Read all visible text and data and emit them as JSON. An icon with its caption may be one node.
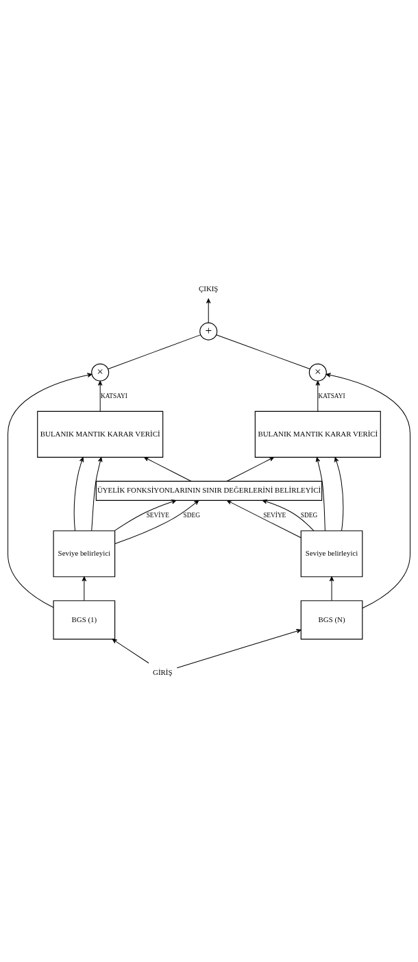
{
  "diagram": {
    "nodes": [
      {
        "text": [
          "GİRİŞ"
        ]
      },
      {
        "text": [
          "BGS (1)"
        ]
      },
      {
        "text": [
          "BGS (N)"
        ]
      },
      {
        "text": [
          "Seviye belirleyici"
        ]
      },
      {
        "text": [
          "Seviye belirleyici"
        ]
      },
      {
        "text": [
          "ÜYELİK FONKSİYONLARININ SINIR DEĞERLERİNİ BELİRLEYİCİ"
        ]
      },
      {
        "text": [
          "BULANIK MANTIK KARAR VERİCİ"
        ]
      },
      {
        "text": [
          "BULANIK MANTIK KARAR VERİCİ"
        ]
      },
      {
        "text": [
          "×"
        ]
      },
      {
        "text": [
          "×"
        ]
      },
      {
        "text": [
          "+"
        ]
      },
      {
        "text": [
          "ÇIKIŞ"
        ]
      }
    ],
    "edges": [
      {
        "from": 0,
        "to": 1,
        "arrow": "to"
      },
      {
        "from": 0,
        "to": 2,
        "arrow": "to"
      },
      {
        "from": 1,
        "to": 3,
        "arrow": "to"
      },
      {
        "from": 2,
        "to": 4,
        "arrow": "to"
      },
      {
        "from": 1,
        "to": 8,
        "arrow": "to"
      },
      {
        "from": 2,
        "to": 9,
        "arrow": "to"
      },
      {
        "from": 3,
        "to": 5,
        "arrow": "to",
        "label": "SEVİYE"
      },
      {
        "from": 3,
        "to": 5,
        "arrow": "to",
        "label": "SDEG"
      },
      {
        "from": 3,
        "to": 6,
        "arrow": "to"
      },
      {
        "from": 3,
        "to": 6,
        "arrow": "to"
      },
      {
        "from": 4,
        "to": 5,
        "arrow": "to",
        "label": "SEVİYE"
      },
      {
        "from": 4,
        "to": 5,
        "arrow": "to",
        "label": "SDEG"
      },
      {
        "from": 4,
        "to": 7,
        "arrow": "to"
      },
      {
        "from": 4,
        "to": 7,
        "arrow": "to"
      },
      {
        "from": 5,
        "to": 6,
        "arrow": "to"
      },
      {
        "from": 5,
        "to": 7,
        "arrow": "to"
      },
      {
        "from": 6,
        "to": 8,
        "arrow": "to",
        "label": "KATSAYI"
      },
      {
        "from": 7,
        "to": 9,
        "arrow": "to",
        "label": "KATSAYI"
      },
      {
        "from": 8,
        "to": 10,
        "arrow": "none"
      },
      {
        "from": 9,
        "to": 10,
        "arrow": "none"
      },
      {
        "from": 10,
        "to": 11,
        "arrow": "to"
      }
    ]
  }
}
